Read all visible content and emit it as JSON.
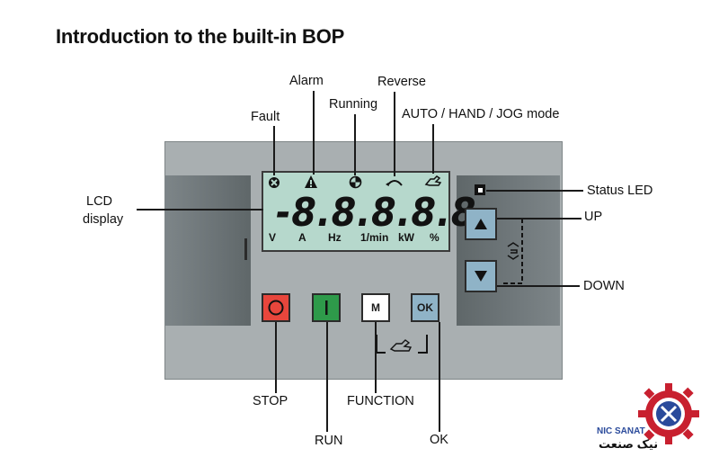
{
  "title": "Introduction to the built-in BOP",
  "callouts": {
    "fault": "Fault",
    "alarm": "Alarm",
    "running": "Running",
    "reverse": "Reverse",
    "mode": "AUTO / HAND / JOG mode",
    "lcd_line1": "LCD",
    "lcd_line2": "display",
    "status_led": "Status LED",
    "up": "UP",
    "down": "DOWN",
    "stop": "STOP",
    "run": "RUN",
    "function": "FUNCTION",
    "ok": "OK"
  },
  "lcd": {
    "readout": "-8.8.8.8.8",
    "units": [
      "V",
      "A",
      "Hz",
      "1/min",
      "kW",
      "%"
    ]
  },
  "buttons": {
    "m_label": "M",
    "ok_label": "OK"
  },
  "logo": {
    "latin": "NIC SANAT",
    "persian": "نیک صنعت"
  },
  "colors": {
    "panel": "#a9afb1",
    "lcd": "#b6d8cc",
    "stop_button": "#e8463c",
    "run_button": "#2e9a4a",
    "nav_button": "#8fb3c7",
    "logo_red": "#c8202f",
    "logo_blue": "#2a4a9b"
  }
}
